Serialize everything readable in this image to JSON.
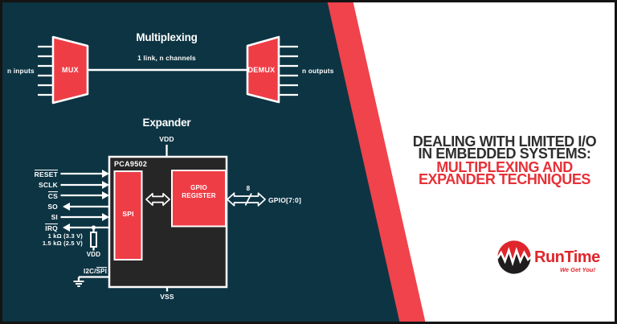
{
  "palette": {
    "background_teal": "#0d3443",
    "accent_red": "#ef3d46",
    "stripe_red": "#f0434b",
    "chip_fill_dark": "#262626",
    "headline_dark": "#2e2e2e",
    "headline_red": "#e73138",
    "logo_red": "#e0262c",
    "diagram_white": "#ffffff"
  },
  "mux_section": {
    "title": "Multiplexing",
    "link_label": "1 link, n channels",
    "mux_label": "MUX",
    "demux_label": "DEMUX",
    "inputs_label": "n inputs",
    "outputs_label": "n outputs"
  },
  "expander_section": {
    "title": "Expander",
    "chip_label": "PCA9502",
    "vdd_top": "VDD",
    "vss": "VSS",
    "spi_block": "SPI",
    "gpio_block": "GPIO REGISTER",
    "bus_width": "8",
    "gpio_bus": "GPIO[7:0]",
    "sig_reset": "RESET",
    "sig_sclk": "SCLK",
    "sig_cs": "CS",
    "sig_so": "SO",
    "sig_si": "SI",
    "sig_irq": "IRQ",
    "pullup_line1": "1 kΩ (3.3 V)",
    "pullup_line2": "1.5 kΩ (2.5 V)",
    "pullup_vdd": "VDD",
    "mode_prefix": "I2C/",
    "mode_overlined": "SPI"
  },
  "headline": {
    "line1": "DEALING WITH LIMITED I/O",
    "line2": "IN EMBEDDED SYSTEMS:",
    "line3": "MULTIPLEXING AND",
    "line4": "EXPANDER TECHNIQUES"
  },
  "logo": {
    "name": "RunTime",
    "tagline": "We Get You!"
  }
}
